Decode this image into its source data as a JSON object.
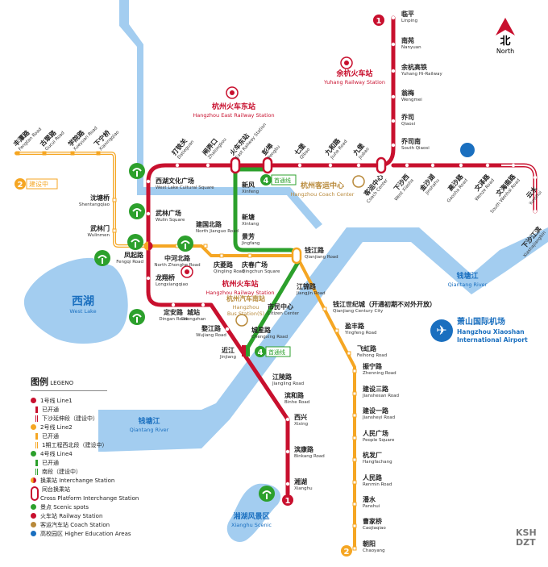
{
  "colors": {
    "line1": "#c8102e",
    "line2": "#f5a623",
    "line4": "#2ca02c",
    "water": "#a3cdf0",
    "coach": "#b8893a",
    "edu": "#1a6fbf"
  },
  "compass": {
    "label_cn": "北",
    "label_en": "North"
  },
  "line1": {
    "badge": "1",
    "stations": [
      [
        "临平",
        "Linping"
      ],
      [
        "南苑",
        "Nanyuan"
      ],
      [
        "余杭高铁",
        "Yuhang Hi-Railway"
      ],
      [
        "翁梅",
        "Wengmei"
      ],
      [
        "乔司",
        "Qiaosi"
      ],
      [
        "乔司南",
        "South Qiaosi"
      ],
      [
        "客运中心",
        "Coach Center"
      ],
      [
        "下沙西",
        "West Xiasha"
      ],
      [
        "金沙湖",
        "Jinshahu"
      ],
      [
        "高沙路",
        "Gaosha Road"
      ],
      [
        "文泽路",
        "Wenze Road"
      ],
      [
        "文海南路",
        "South Wenhai Road"
      ],
      [
        "云水",
        "Yunshui"
      ],
      [
        "下沙江滨",
        "Xiashajiangbin"
      ],
      [
        "九堡",
        "Jiubao"
      ],
      [
        "九和路",
        "Jiuhe Road"
      ],
      [
        "七堡",
        "Qibao"
      ],
      [
        "彭埠",
        "Pengbu"
      ],
      [
        "火车东站",
        "East Railway Station"
      ],
      [
        "闸弄口",
        "Zhalongkou"
      ],
      [
        "打铁关",
        "Datieguan"
      ],
      [
        "西湖文化广场",
        "West Lake Cultural Square"
      ],
      [
        "武林广场",
        "Wulin Square"
      ],
      [
        "凤起路",
        "Fengqi Road"
      ],
      [
        "龙翔桥",
        "Longxiangqiao"
      ],
      [
        "定安路",
        "Dingan Road"
      ],
      [
        "城站",
        "Chengzhan"
      ],
      [
        "婺江路",
        "Wujiang Road"
      ],
      [
        "近江",
        "Jinjiang"
      ],
      [
        "江陵路",
        "Jiangling Road"
      ],
      [
        "滨和路",
        "Binhe Road"
      ],
      [
        "西兴",
        "Xixing"
      ],
      [
        "滨康路",
        "Binkang Road"
      ],
      [
        "湘湖",
        "Xianghu"
      ]
    ]
  },
  "line2": {
    "badge": "2",
    "construction": "建设中",
    "stations": [
      [
        "丰潭路",
        "Fengtan Road"
      ],
      [
        "古翠路",
        "Gucui Road"
      ],
      [
        "学院路",
        "Xueyuan Road"
      ],
      [
        "下宁桥",
        "Xianingqiao"
      ],
      [
        "沈塘桥",
        "Shentangqiao"
      ],
      [
        "武林门",
        "Wulinmen"
      ],
      [
        "中河北路",
        "North Zhonghe Road"
      ],
      [
        "建国北路",
        "North Jianguo Road"
      ],
      [
        "庆菱路",
        "Qingling Road"
      ],
      [
        "庆春广场",
        "Qingchun Square"
      ],
      [
        "钱江路",
        "Qianjiang Road"
      ],
      [
        "江锦路",
        "Jiangjin Road"
      ],
      [
        "钱江世纪城（开通初期不对外开放）",
        "Qianjiang Century City"
      ],
      [
        "盈丰路",
        "Yingfeng Road"
      ],
      [
        "飞虹路",
        "Feihong Road"
      ],
      [
        "振宁路",
        "Zhenning Road"
      ],
      [
        "建设三路",
        "Jianshesan Road"
      ],
      [
        "建设一路",
        "Jiansheyi Road"
      ],
      [
        "人民广场",
        "People Square"
      ],
      [
        "杭发厂",
        "Hangfachang"
      ],
      [
        "人民路",
        "Renmin Road"
      ],
      [
        "潘水",
        "Panshui"
      ],
      [
        "曹家桥",
        "Caojiaqiao"
      ],
      [
        "朝阳",
        "Chaoyang"
      ]
    ]
  },
  "line4": {
    "badge": "4",
    "first_section": "首通线",
    "stations": [
      [
        "新风",
        "Xinfeng"
      ],
      [
        "新塘",
        "Xintang"
      ],
      [
        "景芳",
        "Jingfang"
      ],
      [
        "市民中心",
        "Citizen Center"
      ],
      [
        "城星路",
        "Chengxing Road"
      ]
    ]
  },
  "landmarks": {
    "yuhang_rail": [
      "余杭火车站",
      "Yuhang Railway Station"
    ],
    "east_rail": [
      "杭州火车东站",
      "Hangzhou East Railway Station"
    ],
    "coach_center": [
      "杭州客运中心",
      "Hangzhou Coach Center"
    ],
    "hz_rail": [
      "杭州火车站",
      "Hangzhou Railway Station"
    ],
    "bus_south": [
      "杭州汽车南站",
      "Hangzhou",
      "Bus Station(S)"
    ],
    "west_lake": [
      "西湖",
      "West Lake"
    ],
    "river1": [
      "钱塘江",
      "Qiantang River"
    ],
    "river2": [
      "钱塘江",
      "Qiantang River"
    ],
    "airport": [
      "萧山国际机场",
      "Hangzhou Xiaoshan",
      "International Airport"
    ],
    "xianghu": [
      "湘湖风景区",
      "Xianghu Scenic"
    ]
  },
  "legend": {
    "title": "图例",
    "title_en": "LEGENO",
    "items": [
      "1号线 Line1",
      "已开通",
      "下沙延伸段（建设中）",
      "2号线 Line2",
      "已开通",
      "1期工程西北段（建设中）",
      "4号线 Line4",
      "已开通",
      "南段（建设中）",
      "换乘站 Interchange Station",
      "同台换乘站",
      "Cross Platform Interchange Station",
      "景点 Scenic spots",
      "火车站 Railway Station",
      "客运汽车站 Coach Station",
      "高校园区 Higher Education Areas"
    ]
  },
  "watermark": "KSH DZT"
}
